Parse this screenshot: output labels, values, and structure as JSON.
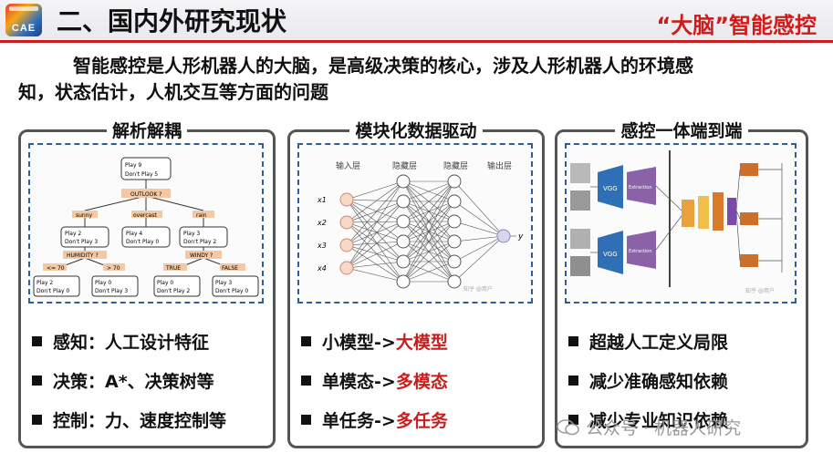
{
  "header": {
    "logo_text": "CAE",
    "title": "二、国内外研究现状",
    "tag": "“大脑”智能感控"
  },
  "intro": {
    "line1": "智能感控是人形机器人的大脑，是高级决策的核心，涉及人形机器人的环境感",
    "line2": "知，状态估计，人机交互等方面的问题"
  },
  "panels": [
    {
      "title": "解析解耦",
      "bullets": [
        {
          "label": "感知：人工设计特征"
        },
        {
          "label": "决策：A*、决策树等"
        },
        {
          "label": "控制：力、速度控制等"
        }
      ]
    },
    {
      "title": "模块化数据驱动",
      "bullets": [
        {
          "prefix": "小模型->",
          "highlight": "大模型"
        },
        {
          "prefix": "单模态->",
          "highlight": "多模态"
        },
        {
          "prefix": "单任务->",
          "highlight": "多任务"
        }
      ]
    },
    {
      "title": "感控一体端到端",
      "bullets": [
        {
          "label": "超越人工定义局限"
        },
        {
          "label": "减少准确感知依赖"
        },
        {
          "label": "减少专业知识依赖"
        }
      ]
    }
  ],
  "tree": {
    "root": {
      "play": "Play 9",
      "dont": "Don't Play 5"
    },
    "outlook": "OUTLOOK ?",
    "branches": [
      "sunny",
      "overcast",
      "rain"
    ],
    "mid": [
      {
        "play": "Play 2",
        "dont": "Don't Play 3"
      },
      {
        "play": "Play 4",
        "dont": "Don't Play 0"
      },
      {
        "play": "Play 3",
        "dont": "Don't Play 2"
      }
    ],
    "humidity": "HUMIDITY ?",
    "windy": "WINDY ?",
    "h_branches": [
      "<= 70",
      "> 70"
    ],
    "w_branches": [
      "TRUE",
      "FALSE"
    ],
    "leaves": [
      {
        "play": "Play 2",
        "dont": "Don't Play 0"
      },
      {
        "play": "Play 0",
        "dont": "Don't Play 3"
      },
      {
        "play": "Play 0",
        "dont": "Don't Play 2"
      },
      {
        "play": "Play 3",
        "dont": "Don't Play 0"
      }
    ]
  },
  "nn": {
    "layers": [
      "输入层",
      "隐藏层",
      "隐藏层",
      "输出层"
    ],
    "inputs": [
      "x1",
      "x2",
      "x3",
      "x4"
    ],
    "output": "y",
    "watermark": "知乎 @用户"
  },
  "e2e": {
    "vgc": "VGG",
    "enc": "Extraction",
    "watermark": "知乎 @用户"
  },
  "watermark": "公众号 · 机器人研究"
}
